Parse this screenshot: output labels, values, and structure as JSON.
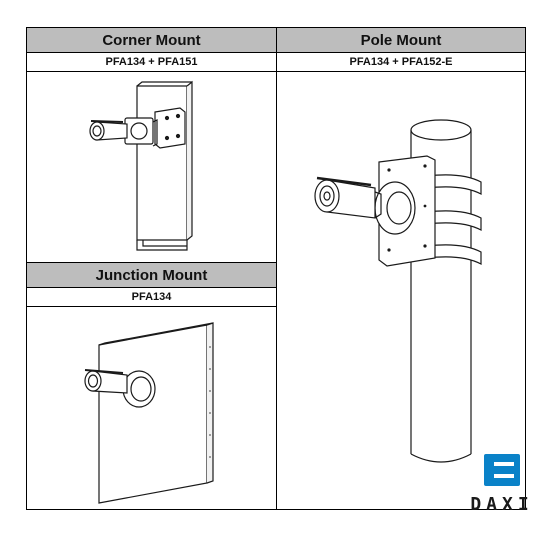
{
  "table": {
    "corner": {
      "title": "Corner Mount",
      "parts": "PFA134 + PFA151"
    },
    "pole": {
      "title": "Pole Mount",
      "parts": "PFA134 + PFA152-E"
    },
    "junction": {
      "title": "Junction Mount",
      "parts": "PFA134"
    }
  },
  "watermark": {
    "text": "DAXI"
  }
}
